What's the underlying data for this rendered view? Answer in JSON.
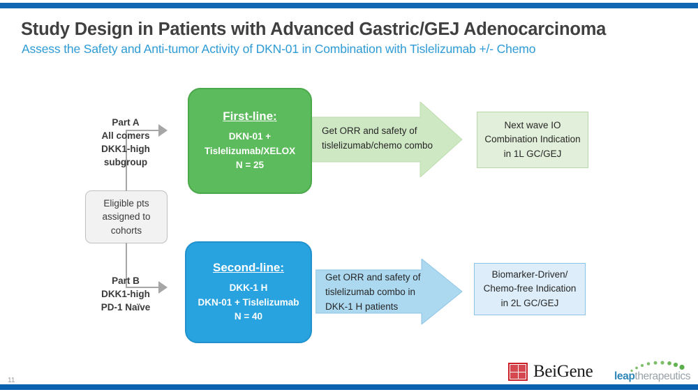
{
  "slide": {
    "page_number": "11",
    "title": "Study Design in Patients with Advanced Gastric/GEJ Adenocarcinoma",
    "subtitle": "Assess the Safety and Anti-tumor Activity of DKN-01 in Combination with Tislelizumab +/- Chemo",
    "colors": {
      "top_bar": "#1267b2",
      "bottom_bar": "#0a61b0",
      "title_text": "#404040",
      "subtitle_text": "#2e9bd6",
      "arm_a_fill": "#5cbb5c",
      "arm_b_fill": "#29a3e0",
      "arrow_a_fill": "#cfe8c4",
      "arrow_b_fill": "#add9f0",
      "outcome_a_fill": "#e2efda",
      "outcome_b_fill": "#ddeefa",
      "connector": "#a6a6a6"
    }
  },
  "diagram": {
    "entry": {
      "line1": "Eligible pts",
      "line2": "assigned to",
      "line3": "cohorts"
    },
    "arms": [
      {
        "id": "part-a",
        "part_label_line1": "Part A",
        "part_label_line2": "All comers",
        "part_label_line3": "DKK1-high",
        "part_label_line4": "subgroup",
        "cohort_heading": "First-line:",
        "cohort_line1": "DKN-01 +",
        "cohort_line2": "Tislelizumab/XELOX",
        "cohort_line3": "N = 25",
        "arrow_line1": "Get ORR and safety of",
        "arrow_line2": "tislelizumab/chemo combo",
        "arrow_line3": "",
        "outcome_line1": "Next wave IO",
        "outcome_line2": "Combination Indication",
        "outcome_line3": "in 1L GC/GEJ"
      },
      {
        "id": "part-b",
        "part_label_line1": "Part B",
        "part_label_line2": "DKK1-high",
        "part_label_line3": "PD-1 Naïve",
        "part_label_line4": "",
        "cohort_heading": "Second-line:",
        "cohort_line1": "DKK-1 H",
        "cohort_line2": "DKN-01 + Tislelizumab",
        "cohort_line3": "N = 40",
        "arrow_line1": "Get ORR and safety of",
        "arrow_line2": "tislelizumab combo in",
        "arrow_line3": "DKK-1 H patients",
        "outcome_line1": "Biomarker-Driven/",
        "outcome_line2": "Chemo-free Indication",
        "outcome_line3": "in 2L GC/GEJ"
      }
    ]
  },
  "logos": {
    "beigene": {
      "wordmark": "BeiGene",
      "seal_icon": "beigene-seal-icon"
    },
    "leap": {
      "word_bold": "leap",
      "word_light": "therapeutics",
      "arc_icon": "leap-dot-arc-icon"
    }
  }
}
